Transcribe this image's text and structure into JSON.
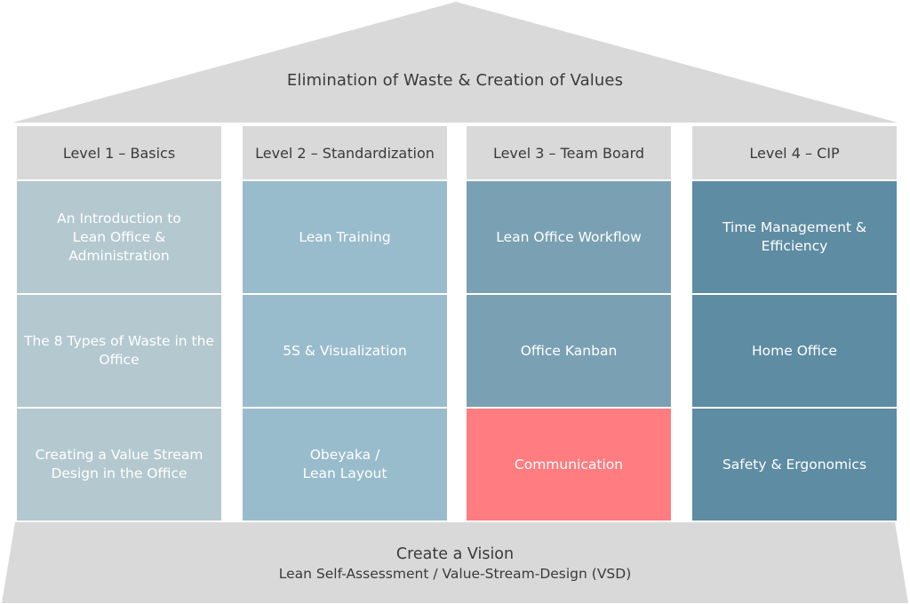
{
  "roof": {
    "title": "Elimination of Waste & Creation of Values"
  },
  "pillars": [
    {
      "header": "Level 1 – Basics",
      "color": "#b4c8cf",
      "cells": [
        "An Introduction to\nLean Office & Administration",
        "The 8 Types of Waste in the\nOffice",
        "Creating a Value Stream\nDesign in the Office"
      ]
    },
    {
      "header": "Level 2 – Standardization",
      "color": "#99bccc",
      "cells": [
        "Lean Training",
        "5S & Visualization",
        "Obeyaka /\nLean Layout"
      ]
    },
    {
      "header": "Level 3 – Team Board",
      "color": "#7aa1b3",
      "highlight_color": "#ff7c80",
      "cells": [
        "Lean Office Workflow",
        "Office Kanban",
        "Communication"
      ]
    },
    {
      "header": "Level 4 – CIP",
      "color": "#5e8ca3",
      "cells": [
        "Time Management &\nEfficiency",
        "Home Office",
        "Safety & Ergonomics"
      ]
    }
  ],
  "base": {
    "title": "Create a Vision",
    "subtitle": "Lean Self-Assessment / Value-Stream-Design (VSD)"
  }
}
